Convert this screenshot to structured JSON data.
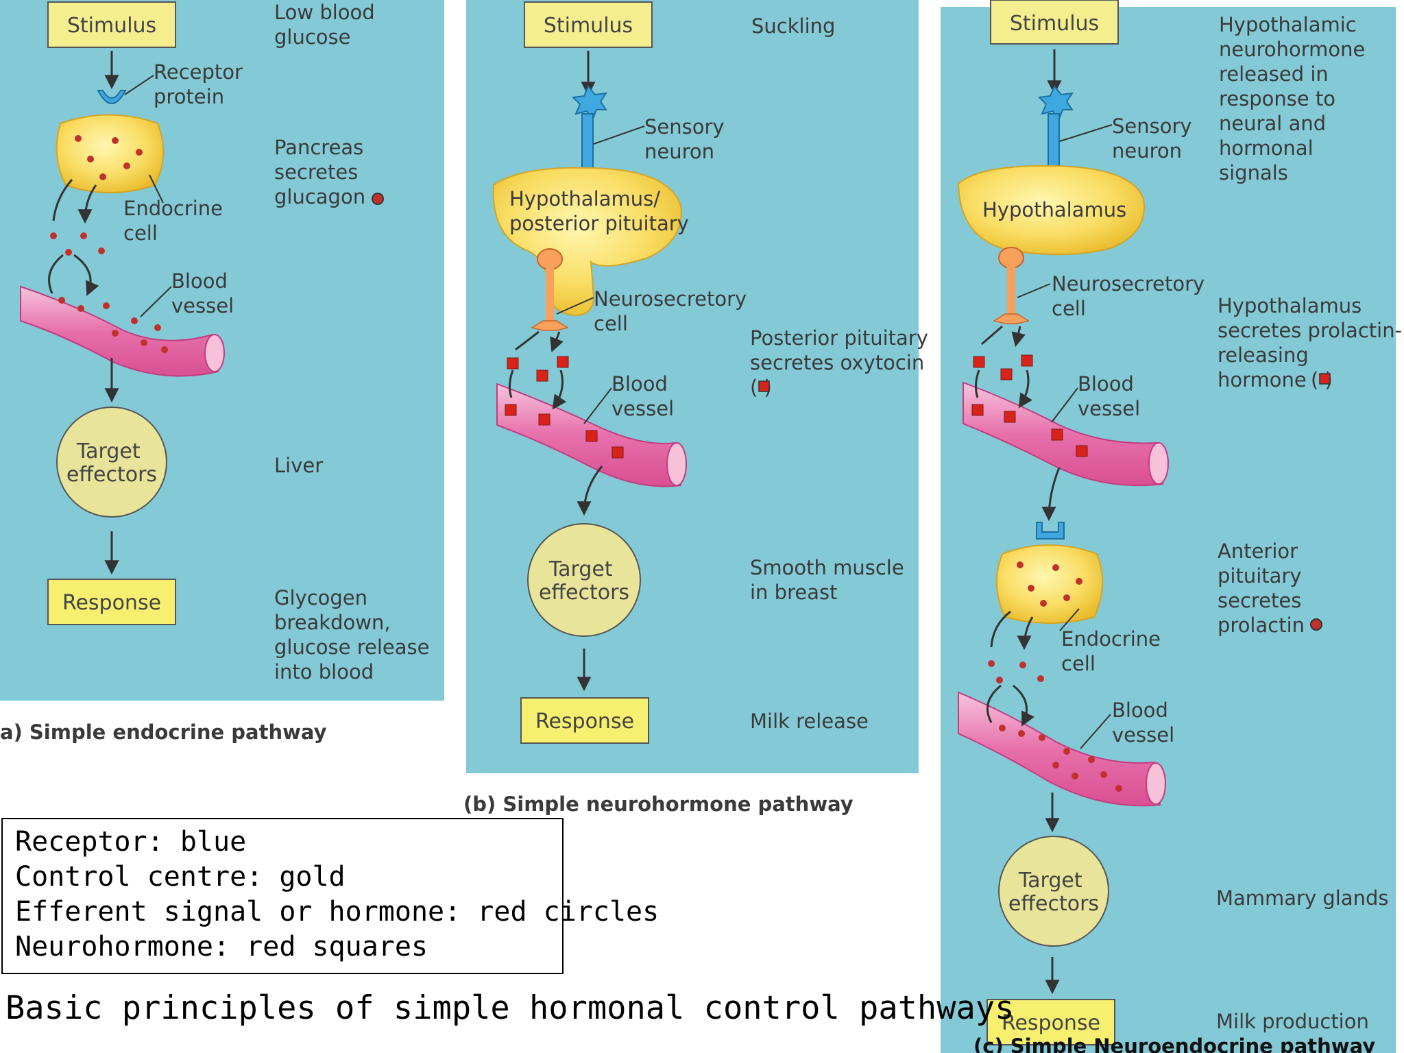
{
  "panel_a": {
    "stimulus": "Stimulus",
    "stimulus_desc": [
      "Low blood",
      "glucose"
    ],
    "receptor": [
      "Receptor",
      "protein"
    ],
    "endocrine_desc": [
      "Pancreas",
      "secretes",
      "glucagon"
    ],
    "endocrine_cell": [
      "Endocrine",
      "cell"
    ],
    "blood_vessel": [
      "Blood",
      "vessel"
    ],
    "target": [
      "Target",
      "effectors"
    ],
    "target_desc": "Liver",
    "response": "Response",
    "response_desc": [
      "Glycogen",
      "breakdown,",
      "glucose release",
      "into blood"
    ],
    "caption": "a) Simple endocrine pathway"
  },
  "panel_b": {
    "stimulus": "Stimulus",
    "stimulus_desc": "Suckling",
    "sensory_neuron": [
      "Sensory",
      "neuron"
    ],
    "control": [
      "Hypothalamus/",
      "posterior pituitary"
    ],
    "neurosecretory": [
      "Neurosecretory",
      "cell"
    ],
    "secretion_desc": [
      "Posterior pituitary",
      "secretes oxytocin"
    ],
    "blood_vessel": [
      "Blood",
      "vessel"
    ],
    "target": [
      "Target",
      "effectors"
    ],
    "target_desc": [
      "Smooth muscle",
      "in breast"
    ],
    "response": "Response",
    "response_desc": "Milk release",
    "caption": "(b) Simple neurohormone pathway"
  },
  "panel_c": {
    "stimulus": "Stimulus",
    "stimulus_desc": [
      "Hypothalamic",
      "neurohormone",
      "released in",
      "response to",
      "neural and",
      "hormonal",
      "signals"
    ],
    "sensory_neuron": [
      "Sensory",
      "neuron"
    ],
    "control": "Hypothalamus",
    "neurosecretory": [
      "Neurosecretory",
      "cell"
    ],
    "secretion_desc": [
      "Hypothalamus",
      "secretes prolactin-",
      "releasing",
      "hormone"
    ],
    "blood_vessel_1": [
      "Blood",
      "vessel"
    ],
    "pituitary_desc": [
      "Anterior",
      "pituitary",
      "secretes",
      "prolactin"
    ],
    "endocrine_cell": [
      "Endocrine",
      "cell"
    ],
    "blood_vessel_2": [
      "Blood",
      "vessel"
    ],
    "target": [
      "Target",
      "effectors"
    ],
    "target_desc": "Mammary glands",
    "response": "Response",
    "response_desc": "Milk production",
    "caption": "(c) Simple Neuroendocrine pathway"
  },
  "legend": [
    "Receptor: blue",
    "Control centre: gold",
    "Efferent signal or hormone: red circles",
    "Neurohormone: red squares"
  ],
  "title": "Basic principles of simple hormonal control pathways"
}
